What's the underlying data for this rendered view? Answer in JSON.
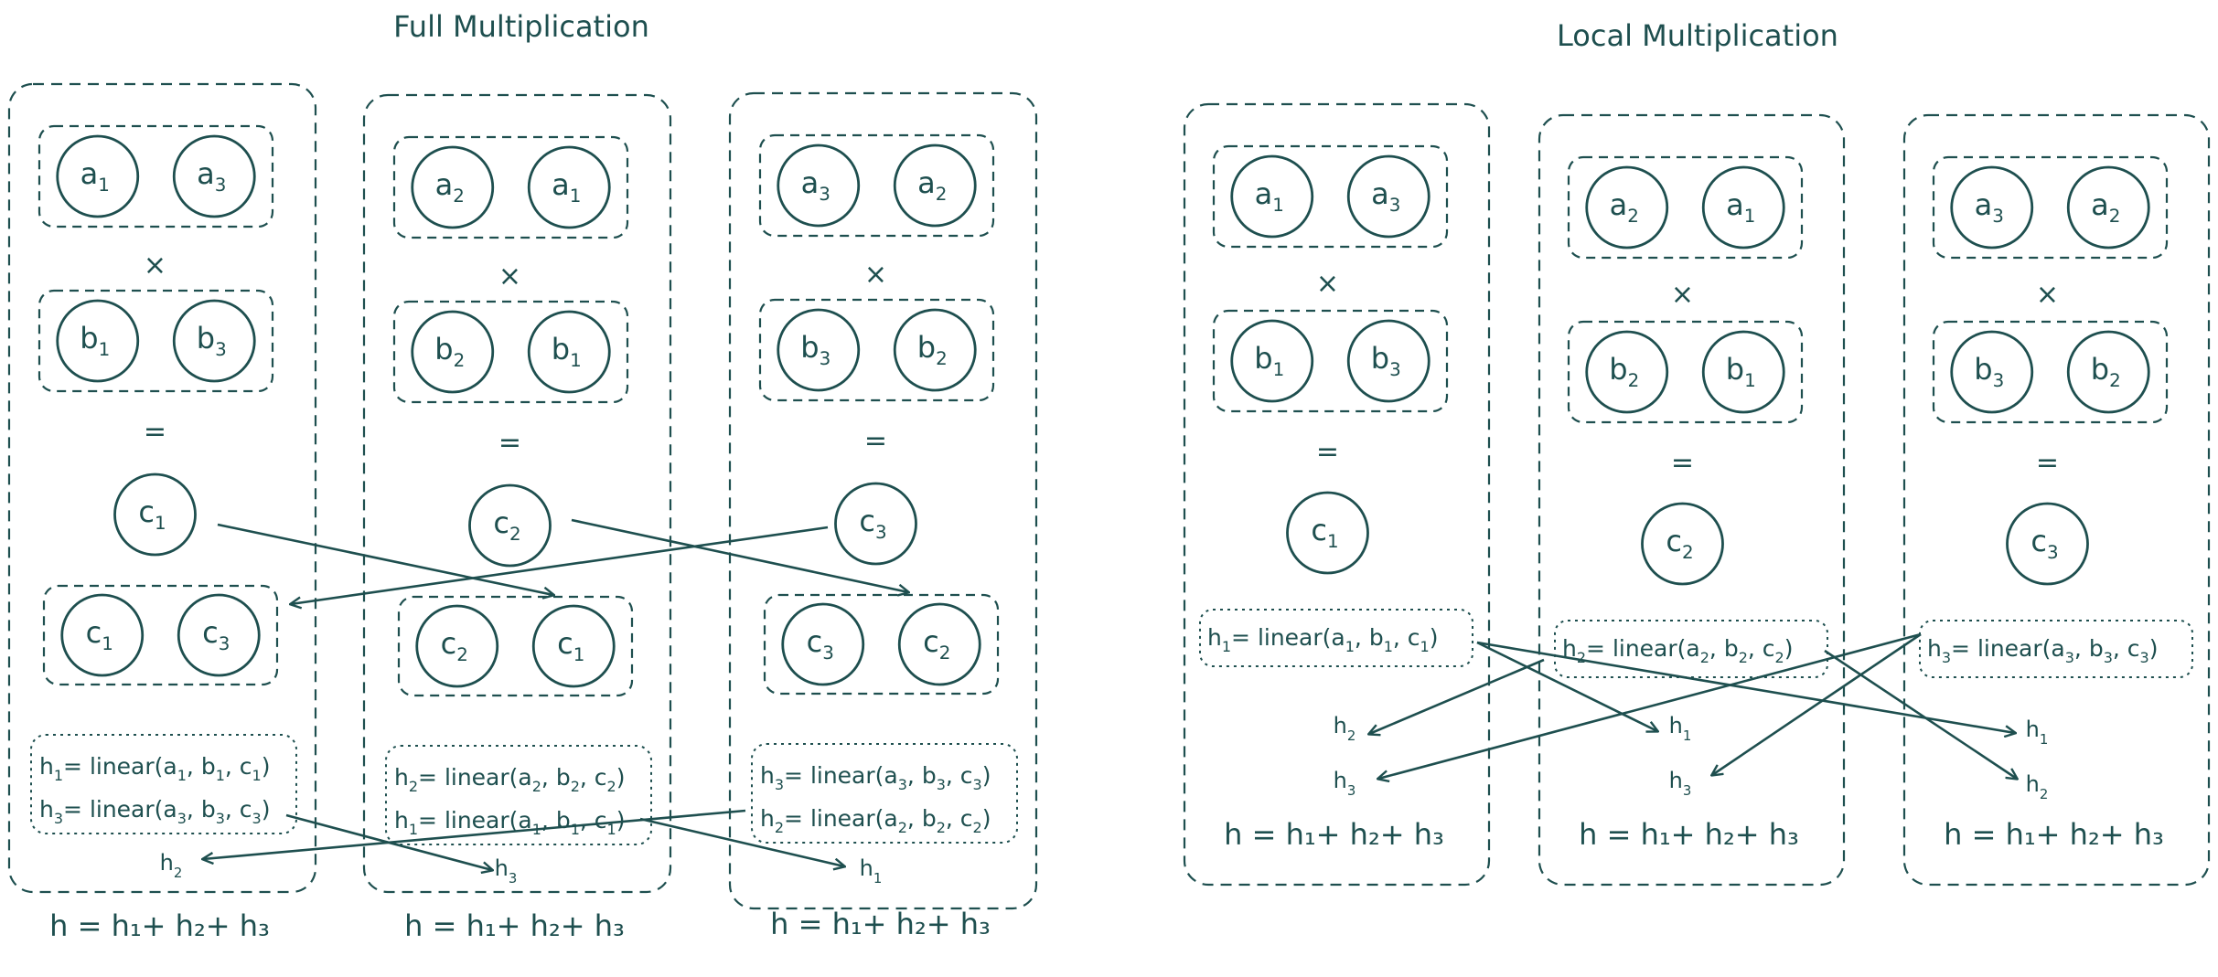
{
  "sections": [
    {
      "title": "Full Multiplication",
      "devices": [
        {
          "a": [
            [
              "a",
              "1"
            ],
            [
              "a",
              "3"
            ]
          ],
          "times": "×",
          "b": [
            [
              "b",
              "1"
            ],
            [
              "b",
              "3"
            ]
          ],
          "equals": "=",
          "c": [
            "c",
            "1"
          ],
          "gathered": [
            [
              "c",
              "1"
            ],
            [
              "c",
              "3"
            ]
          ],
          "formulas": [
            [
              [
                "h",
                "1"
              ],
              [
                "= linear(a",
                ""
              ],
              [
                "1",
                ""
              ],
              [
                ", b",
                ""
              ],
              [
                "1",
                ""
              ],
              [
                ", c",
                ""
              ],
              [
                "1",
                ""
              ],
              [
                ")",
                ""
              ]
            ],
            [
              [
                "h",
                "3"
              ],
              [
                "= linear(a",
                ""
              ],
              [
                "3",
                ""
              ],
              [
                ", b",
                ""
              ],
              [
                "3",
                ""
              ],
              [
                ", c",
                ""
              ],
              [
                "3",
                ""
              ],
              [
                ")",
                ""
              ]
            ]
          ],
          "recv": [
            [
              "h",
              "2"
            ]
          ],
          "sum": "h = h₁+ h₂+ h₃"
        },
        {
          "a": [
            [
              "a",
              "2"
            ],
            [
              "a",
              "1"
            ]
          ],
          "times": "×",
          "b": [
            [
              "b",
              "2"
            ],
            [
              "b",
              "1"
            ]
          ],
          "equals": "=",
          "c": [
            "c",
            "2"
          ],
          "gathered": [
            [
              "c",
              "2"
            ],
            [
              "c",
              "1"
            ]
          ],
          "formulas": [
            [
              [
                "h",
                "2"
              ],
              [
                "= linear(a",
                ""
              ],
              [
                "2",
                ""
              ],
              [
                ", b",
                ""
              ],
              [
                "2",
                ""
              ],
              [
                ", c",
                ""
              ],
              [
                "2",
                ""
              ],
              [
                ")",
                ""
              ]
            ],
            [
              [
                "h",
                "1"
              ],
              [
                "= linear(a",
                ""
              ],
              [
                "1",
                ""
              ],
              [
                ", b",
                ""
              ],
              [
                "1",
                ""
              ],
              [
                ", c",
                ""
              ],
              [
                "1",
                ""
              ],
              [
                ")",
                ""
              ]
            ]
          ],
          "recv": [
            [
              "h",
              "3"
            ]
          ],
          "sum": "h = h₁+ h₂+ h₃"
        },
        {
          "a": [
            [
              "a",
              "3"
            ],
            [
              "a",
              "2"
            ]
          ],
          "times": "×",
          "b": [
            [
              "b",
              "3"
            ],
            [
              "b",
              "2"
            ]
          ],
          "equals": "=",
          "c": [
            "c",
            "3"
          ],
          "gathered": [
            [
              "c",
              "3"
            ],
            [
              "c",
              "2"
            ]
          ],
          "formulas": [
            [
              [
                "h",
                "3"
              ],
              [
                "= linear(a",
                ""
              ],
              [
                "3",
                ""
              ],
              [
                ", b",
                ""
              ],
              [
                "3",
                ""
              ],
              [
                ", c",
                ""
              ],
              [
                "3",
                ""
              ],
              [
                ")",
                ""
              ]
            ],
            [
              [
                "h",
                "2"
              ],
              [
                "= linear(a",
                ""
              ],
              [
                "2",
                ""
              ],
              [
                ", b",
                ""
              ],
              [
                "2",
                ""
              ],
              [
                ", c",
                ""
              ],
              [
                "2",
                ""
              ],
              [
                ")",
                ""
              ]
            ]
          ],
          "recv": [
            [
              "h",
              "1"
            ]
          ],
          "sum": "h = h₁+ h₂+ h₃"
        }
      ]
    },
    {
      "title": "Local Multiplication",
      "devices": [
        {
          "a": [
            [
              "a",
              "1"
            ],
            [
              "a",
              "3"
            ]
          ],
          "times": "×",
          "b": [
            [
              "b",
              "1"
            ],
            [
              "b",
              "3"
            ]
          ],
          "equals": "=",
          "c": [
            "c",
            "1"
          ],
          "formulas": [
            [
              [
                "h",
                "1"
              ],
              [
                "= linear(a",
                ""
              ],
              [
                "1",
                ""
              ],
              [
                ", b",
                ""
              ],
              [
                "1",
                ""
              ],
              [
                ", c",
                ""
              ],
              [
                "1",
                ""
              ],
              [
                ")",
                ""
              ]
            ]
          ],
          "recv": [
            [
              "h",
              "2"
            ],
            [
              "h",
              "3"
            ]
          ],
          "sum": "h = h₁+ h₂+ h₃"
        },
        {
          "a": [
            [
              "a",
              "2"
            ],
            [
              "a",
              "1"
            ]
          ],
          "times": "×",
          "b": [
            [
              "b",
              "2"
            ],
            [
              "b",
              "1"
            ]
          ],
          "equals": "=",
          "c": [
            "c",
            "2"
          ],
          "formulas": [
            [
              [
                "h",
                "2"
              ],
              [
                "= linear(a",
                ""
              ],
              [
                "2",
                ""
              ],
              [
                ", b",
                ""
              ],
              [
                "2",
                ""
              ],
              [
                ", c",
                ""
              ],
              [
                "2",
                ""
              ],
              [
                ")",
                ""
              ]
            ]
          ],
          "recv": [
            [
              "h",
              "1"
            ],
            [
              "h",
              "3"
            ]
          ],
          "sum": "h = h₁+ h₂+ h₃"
        },
        {
          "a": [
            [
              "a",
              "3"
            ],
            [
              "a",
              "2"
            ]
          ],
          "times": "×",
          "b": [
            [
              "b",
              "3"
            ],
            [
              "b",
              "2"
            ]
          ],
          "equals": "=",
          "c": [
            "c",
            "3"
          ],
          "formulas": [
            [
              [
                "h",
                "3"
              ],
              [
                "= linear(a",
                ""
              ],
              [
                "3",
                ""
              ],
              [
                ", b",
                ""
              ],
              [
                "3",
                ""
              ],
              [
                ", c",
                ""
              ],
              [
                "3",
                ""
              ],
              [
                ")",
                ""
              ]
            ]
          ],
          "recv": [
            [
              "h",
              "1"
            ],
            [
              "h",
              "2"
            ]
          ],
          "sum": "h = h₁+ h₂+ h₃"
        }
      ]
    }
  ],
  "colors": {
    "ink": "#1e4f4f",
    "background": "#ffffff"
  }
}
